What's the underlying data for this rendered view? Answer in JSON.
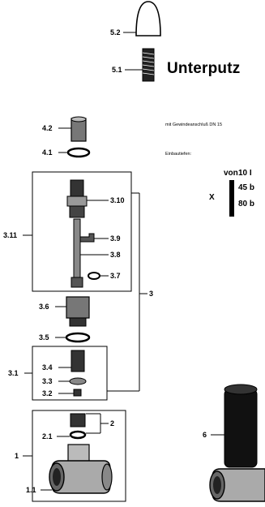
{
  "header": {
    "title": "Unterputz",
    "subtitle": "mit Gewindeanschluß DN 15",
    "depths_label": "Einbautiefen:"
  },
  "depths": {
    "marker": "X",
    "von": "von",
    "rows": [
      "10 I",
      "45 b",
      "80 b"
    ]
  },
  "parts": {
    "p5_2": "5.2",
    "p5_1": "5.1",
    "p4_2": "4.2",
    "p4_1": "4.1",
    "p3_10": "3.10",
    "p3_11": "3.11",
    "p3_9": "3.9",
    "p3_8": "3.8",
    "p3_7": "3.7",
    "p3": "3",
    "p3_6": "3.6",
    "p3_5": "3.5",
    "p3_4": "3.4",
    "p3_1": "3.1",
    "p3_3": "3.3",
    "p3_2": "3.2",
    "p2": "2",
    "p2_1": "2.1",
    "p1": "1",
    "p1_1": "1.1",
    "p6": "6"
  }
}
